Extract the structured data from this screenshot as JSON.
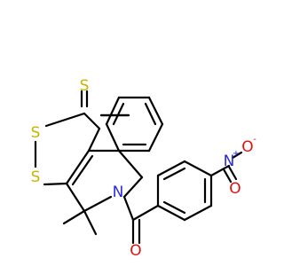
{
  "colors": {
    "bond": "#000000",
    "sulfur": "#c8b400",
    "nitrogen": "#2a2ae0",
    "oxygen": "#e01010"
  },
  "atoms": {
    "s_thione": "S",
    "s_ring_top": "S",
    "s_ring_bottom": "S",
    "n_ring": "N",
    "o_carbonyl": "O",
    "n_nitro": "N",
    "n_nitro_charge": "+",
    "o_nitro_right": "O",
    "o_nitro_right_charge": "-",
    "o_nitro_bottom": "O"
  }
}
